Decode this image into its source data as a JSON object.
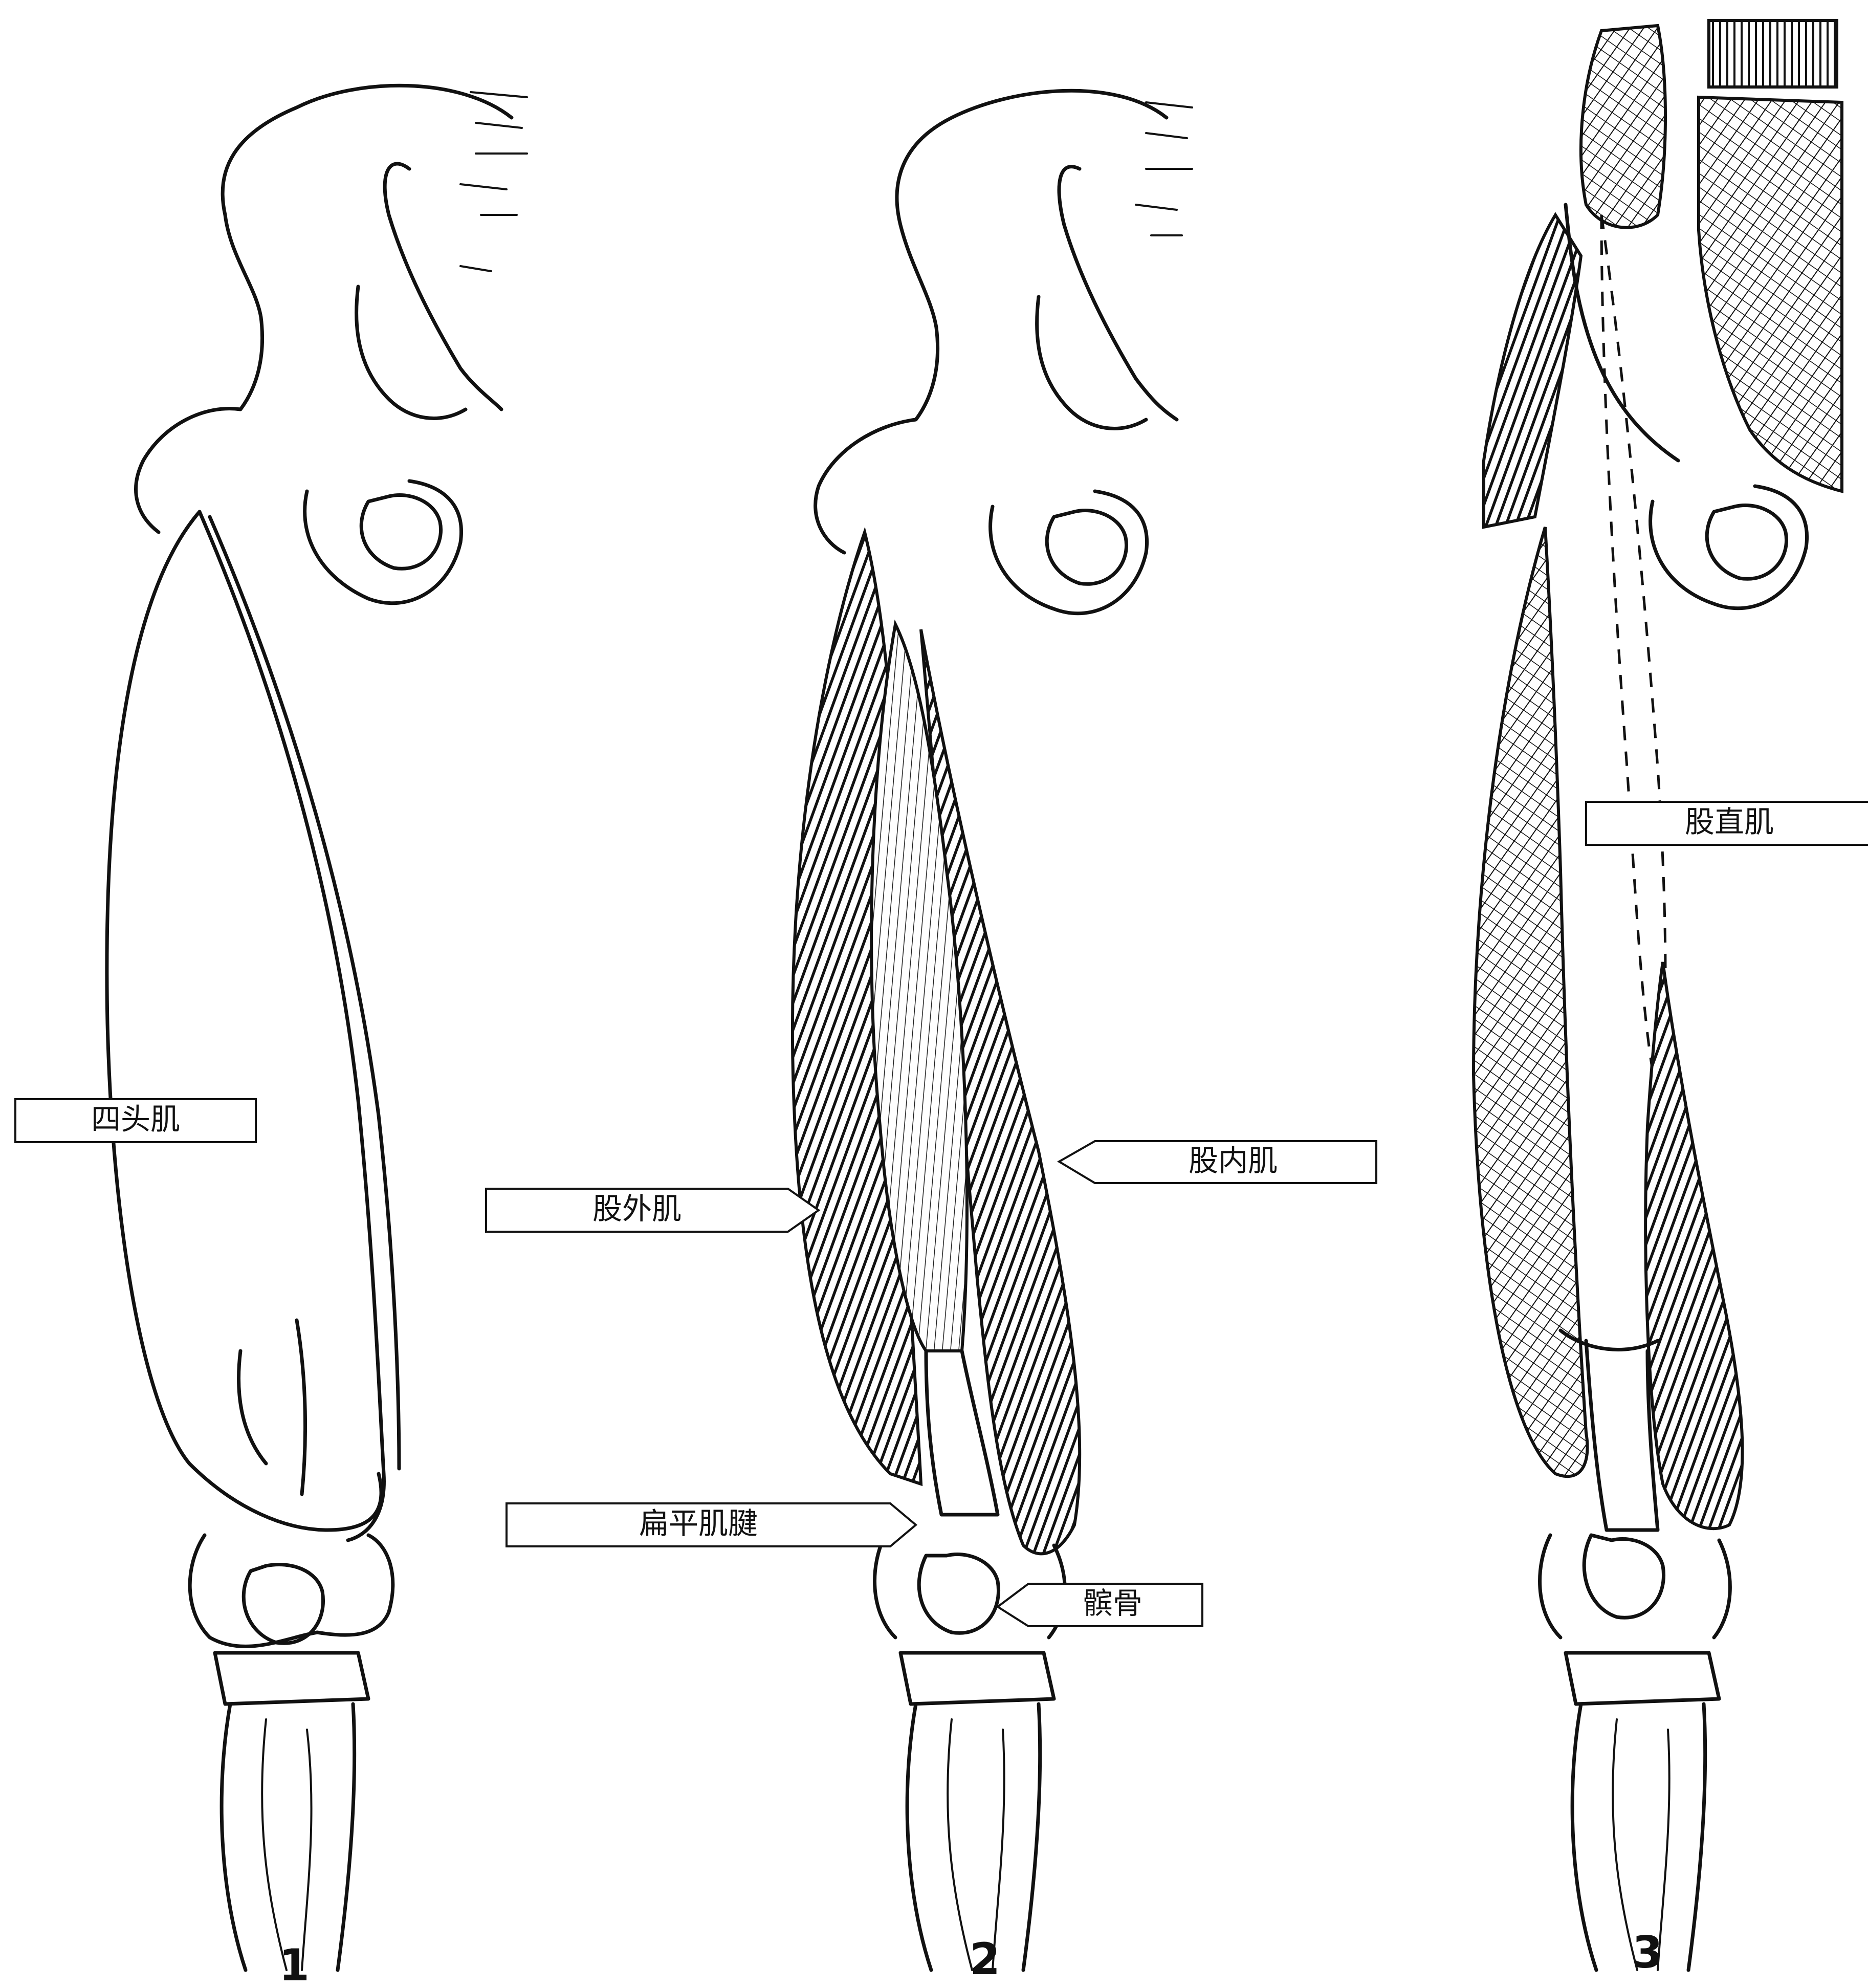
{
  "labels": {
    "quadriceps": "四头肌",
    "vastus_lateralis": "股外肌",
    "vastus_medialis": "股内肌",
    "flat_tendon": "扁平肌腱",
    "patella": "髌骨",
    "rectus_femoris": "股直肌"
  },
  "panels": {
    "p1": "1",
    "p2": "2",
    "p3": "3"
  },
  "colors": {
    "ink": "#111111",
    "paper": "#ffffff"
  }
}
